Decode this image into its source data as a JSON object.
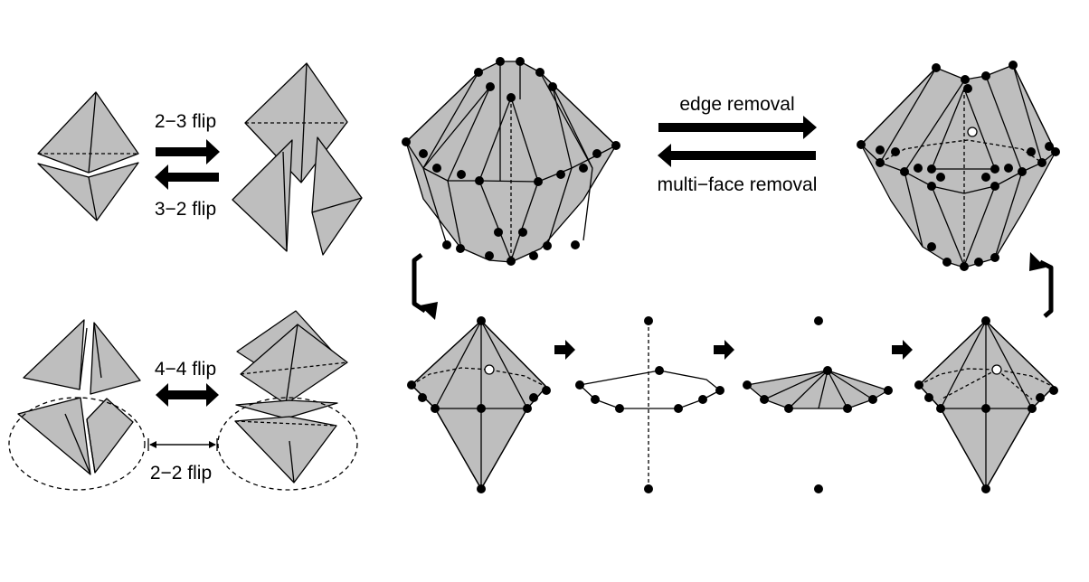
{
  "labels": {
    "flip_23": "2−3 flip",
    "flip_32": "3−2 flip",
    "flip_44": "4−4 flip",
    "flip_22": "2−2 flip",
    "edge_removal": "edge removal",
    "multi_face_removal": "multi−face removal"
  },
  "colors": {
    "face": "#bebebe",
    "stroke": "#000000",
    "background": "#ffffff"
  }
}
